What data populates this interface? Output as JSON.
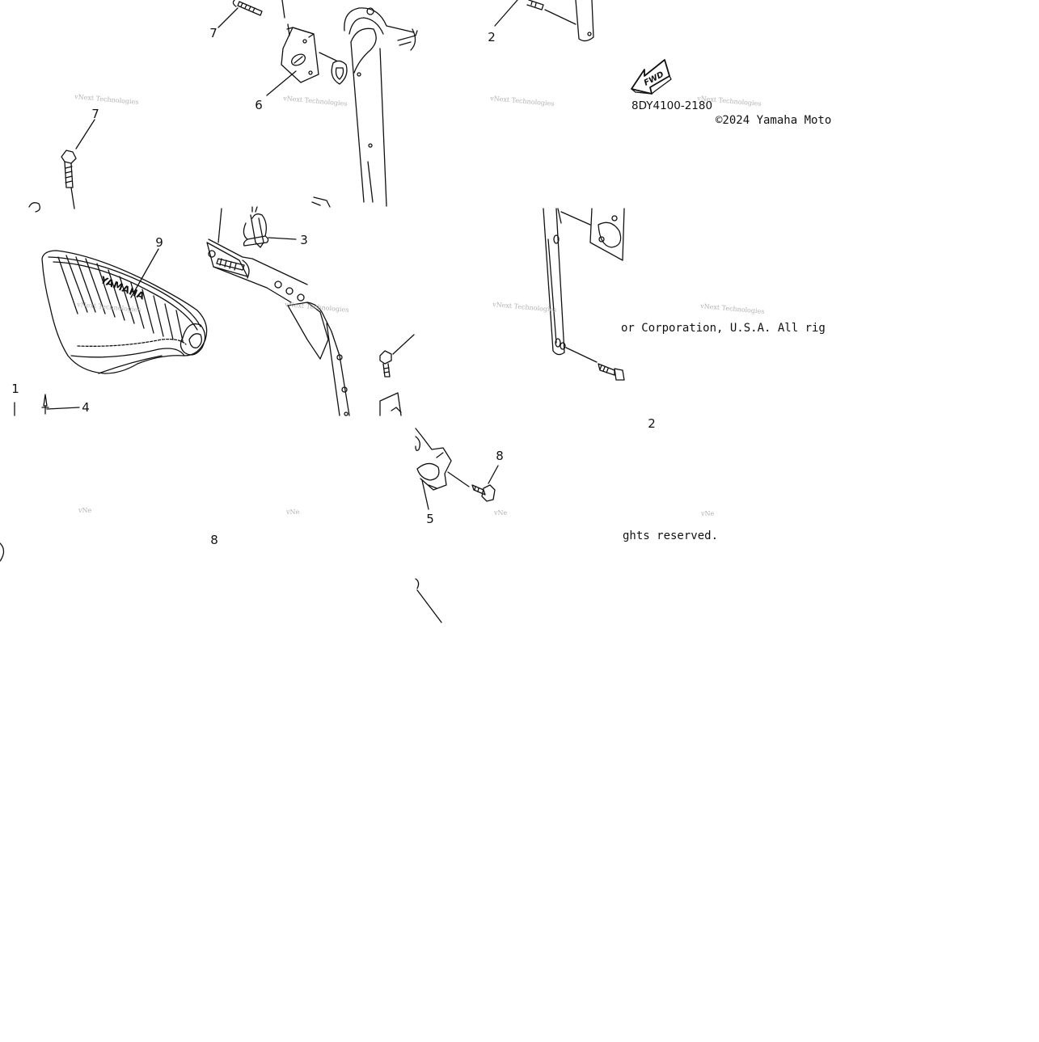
{
  "diagram": {
    "callouts": {
      "c7_top": "7",
      "c6": "6",
      "c2_top": "2",
      "c7_left": "7",
      "c9": "9",
      "c3": "3",
      "c1": "1",
      "c4": "4",
      "c2_right": "2",
      "c8_mid": "8",
      "c8_left": "8",
      "c5": "5"
    },
    "fwd_label": "FWD",
    "part_code": "8DY4100-2180",
    "copyright": {
      "line1": "©2024 Yamaha Moto",
      "line2": "or Corporation, U.S.A. All rig",
      "line3": "ghts reserved."
    },
    "seat_logo": "YAMAHA",
    "watermark": {
      "line1": "vNext Technologies",
      "short": "vNe"
    },
    "colors": {
      "line": "#111111",
      "watermark": "#aaaaaa",
      "background": "#ffffff"
    }
  }
}
